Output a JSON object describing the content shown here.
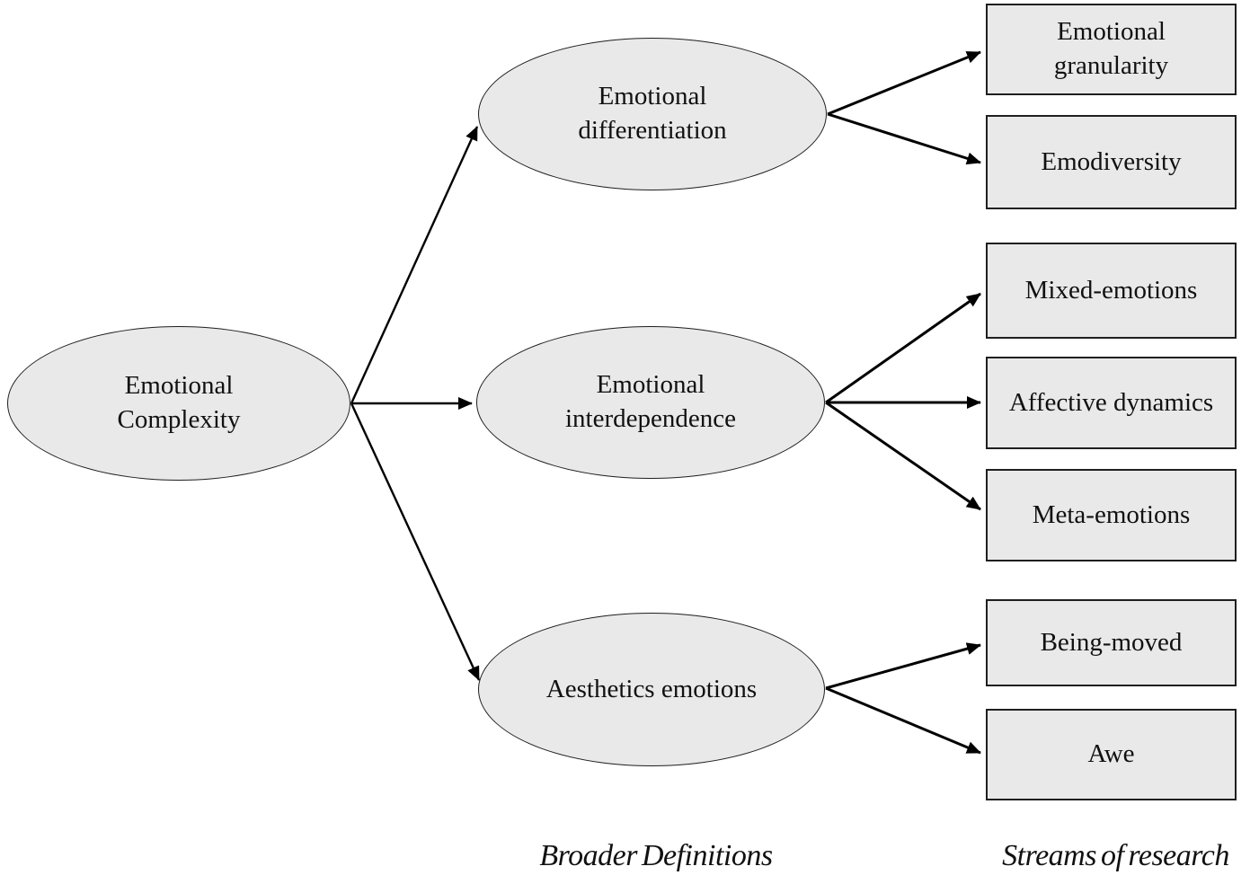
{
  "diagram": {
    "root": {
      "label": "Emotional Complexity"
    },
    "definitions": [
      {
        "label": "Emotional differentiation"
      },
      {
        "label": "Emotional interdependence"
      },
      {
        "label": "Aesthetics emotions"
      }
    ],
    "streams": [
      {
        "label": "Emotional granularity"
      },
      {
        "label": "Emodiversity"
      },
      {
        "label": "Mixed-emotions"
      },
      {
        "label": "Affective dynamics"
      },
      {
        "label": "Meta-emotions"
      },
      {
        "label": "Being-moved"
      },
      {
        "label": "Awe"
      }
    ],
    "captions": {
      "definitions": "Broader Definitions",
      "streams": "Streams of research"
    },
    "colors": {
      "node_fill": "#e9e9e9",
      "node_border": "#1f1f1f",
      "arrow": "#000000",
      "text": "#111111",
      "background": "#ffffff"
    }
  }
}
